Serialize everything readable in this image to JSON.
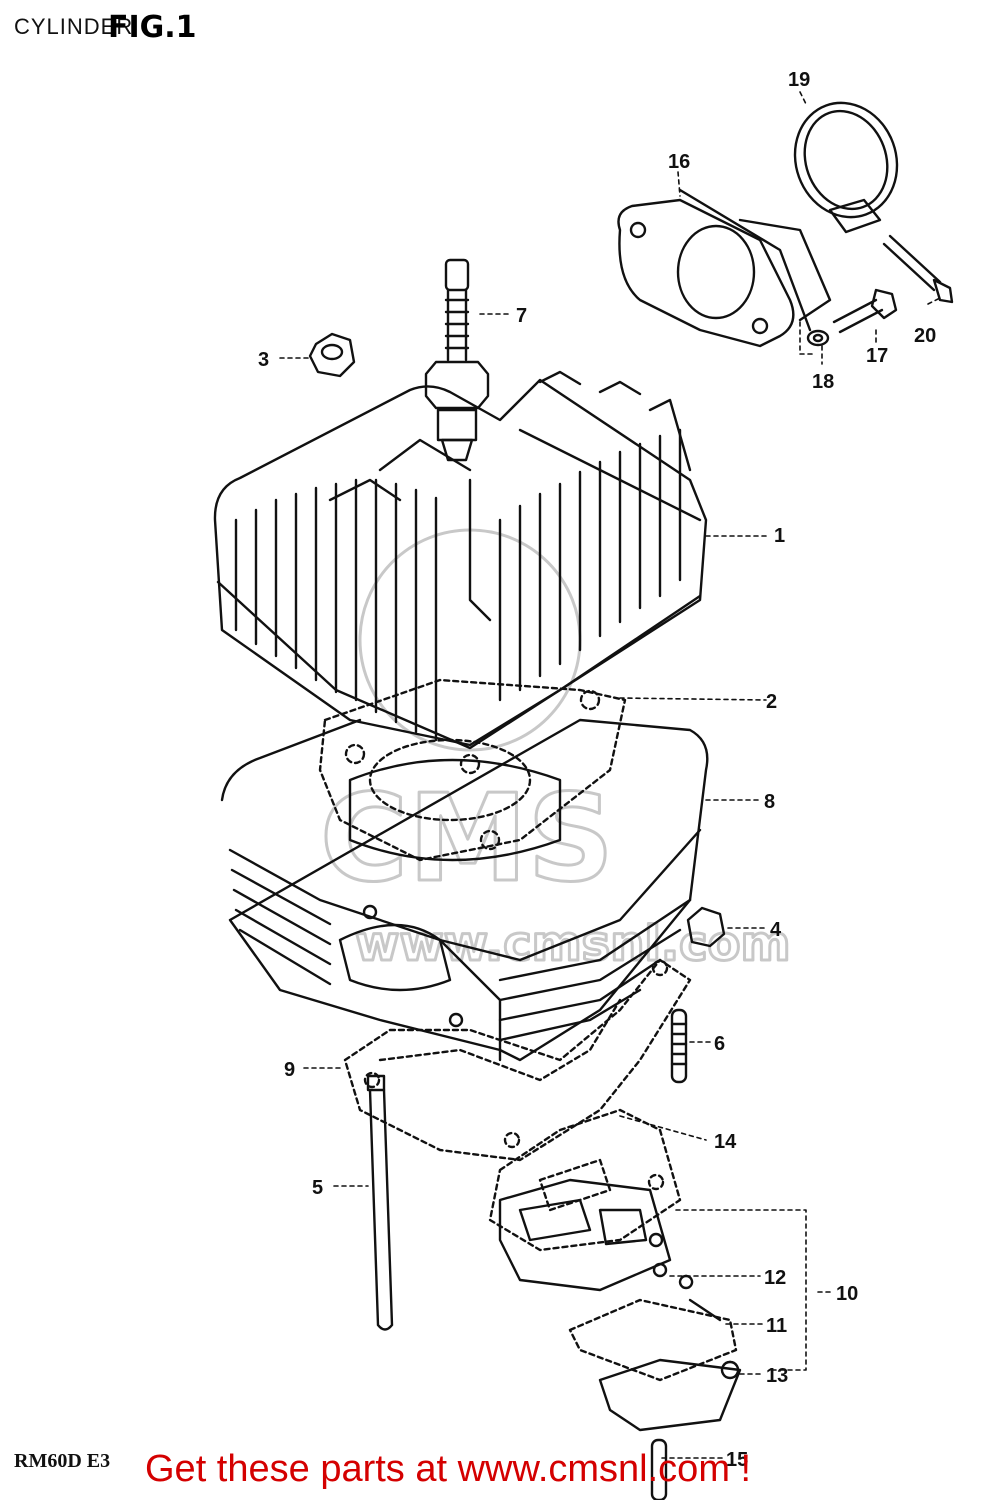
{
  "diagram": {
    "title": "CYLINDER",
    "figure_label": "FIG.1",
    "model_code": "RM60D E3",
    "footer_text": "Get these parts at www.cmsnl.com !",
    "watermark": {
      "brand": "CMS",
      "url": "www.cmsnl.com"
    },
    "colors": {
      "footer": "#d40000",
      "lines": "#111111",
      "watermark": "#c8c8c8"
    },
    "callouts": [
      "1",
      "2",
      "3",
      "4",
      "5",
      "6",
      "7",
      "8",
      "9",
      "10",
      "11",
      "12",
      "13",
      "14",
      "15",
      "16",
      "17",
      "18",
      "19",
      "20"
    ]
  }
}
